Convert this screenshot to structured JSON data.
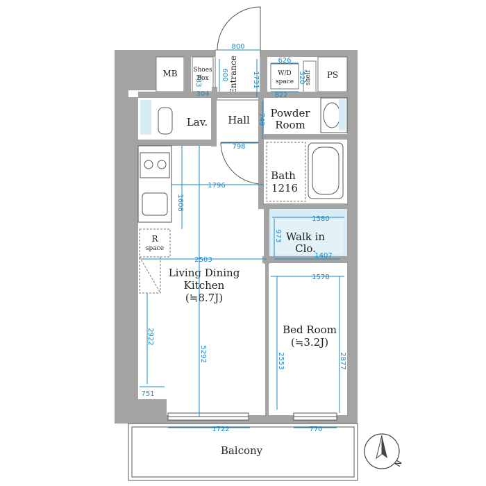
{
  "rooms": {
    "mb": "MB",
    "shoes_box_1": "Shoes",
    "shoes_box_2": "Box",
    "entrance": "Entrance",
    "wd_space_1": "W/D",
    "wd_space_2": "space",
    "shelf": "shelf",
    "ps": "PS",
    "lav": "Lav.",
    "hall": "Hall",
    "powder_room_1": "Powder",
    "powder_room_2": "Room",
    "bath_1": "Bath",
    "bath_2": "1216",
    "walk_in_1": "Walk in",
    "walk_in_2": "Clo.",
    "r_space_1": "R",
    "r_space_2": "space",
    "ldk_1": "Living Dining",
    "ldk_2": "Kitchen",
    "ldk_3": "(≒8.7J)",
    "bedroom_1": "Bed Room",
    "bedroom_2": "(≒3.2J)",
    "balcony": "Balcony"
  },
  "dimensions": {
    "entrance_width": "800",
    "shoes_h": "783",
    "shoes_w": "304",
    "entrance_depth": "600",
    "wd_w": "626",
    "wd_h": "520",
    "wd_depth": "822",
    "hall_h": "1731",
    "hall_v": "749",
    "hall_w": "798",
    "kitchen_v": "1606",
    "kitchen_w": "1796",
    "walkin_w": "1580",
    "walkin_h": "973",
    "walkin_w2": "1407",
    "ldk_w": "2503",
    "bed_w": "1578",
    "ldk_left_h": "2922",
    "ldk_h": "5292",
    "bed_h": "2553",
    "bed_h2": "2877",
    "corner_w": "751",
    "window_w": "1722",
    "bed_window_w": "770"
  },
  "compass": {
    "north": "N"
  }
}
